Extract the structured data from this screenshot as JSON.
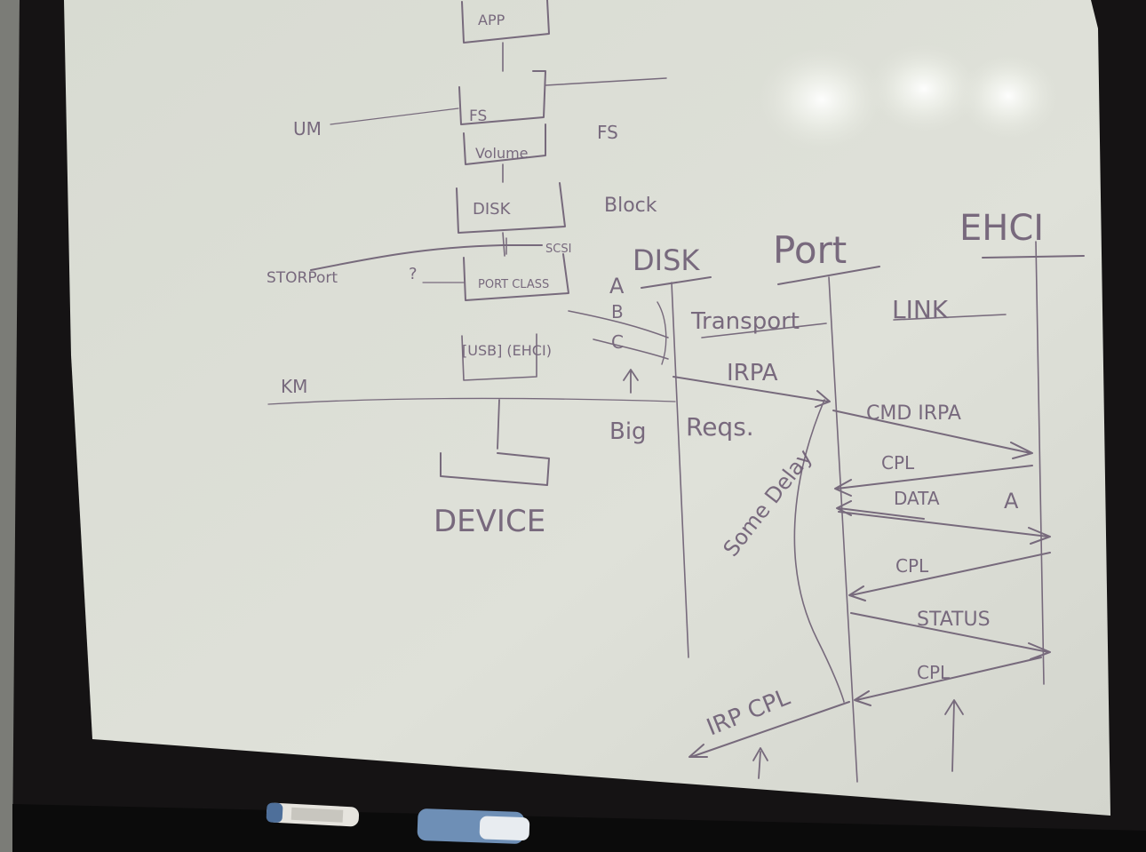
{
  "colors": {
    "board": "#dcdfd6",
    "board_glare": "#ffffff",
    "frame": "#151314",
    "tray": "#0b0b0b",
    "ink": "#6d5d74",
    "ink_light": "#8d8494",
    "marker_white": "#e6e4de",
    "marker_blue": "#6e8fb6"
  },
  "stack": {
    "app": "APP",
    "fs": "FS",
    "volume": "Volume",
    "disk": "DISK",
    "port_class": "PORT CLASS",
    "usb": "[USB] (EHCI)",
    "device": "DEVICE"
  },
  "side_labels": {
    "um": "UM",
    "km": "KM",
    "fs_right": "FS",
    "block": "Block",
    "storport": "STORPort",
    "scsi": "SCSI",
    "question": "?"
  },
  "sequence": {
    "headers": {
      "disk": "DISK",
      "port": "Port",
      "ehci": "EHCI"
    },
    "marks": {
      "a": "A",
      "b": "B",
      "c": "C",
      "big": "Big",
      "reqs": "Reqs."
    },
    "messages": {
      "transport": "Transport",
      "irpa": "IRPA",
      "link": "LINK",
      "cmd_irpa": "CMD IRPA",
      "cpl1": "CPL",
      "data": "DATA",
      "data_a": "A",
      "cpl2": "CPL",
      "status": "STATUS",
      "cpl3": "CPL",
      "irp_cpl": "IRP CPL",
      "some_delay": "Some Delay"
    }
  }
}
